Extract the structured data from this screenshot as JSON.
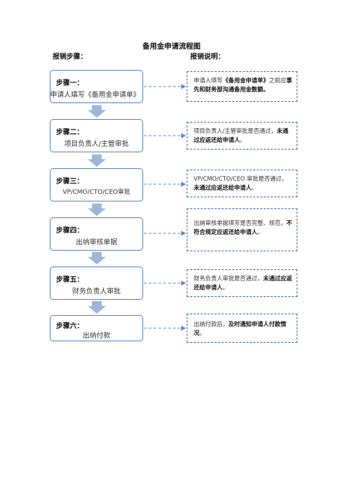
{
  "header": {
    "title": "备用金申请流程图",
    "left_heading": "报销步骤：",
    "right_heading": "报销说明："
  },
  "steps": [
    {
      "head": "步骤一：",
      "body": "申请人填写《备用金申请单》"
    },
    {
      "head": "步骤二：",
      "body": "项目负责人/主管审批"
    },
    {
      "head": "步骤三：",
      "body": "VP/CMO/CTO/CEO审批"
    },
    {
      "head": "步骤四：",
      "body": "出纳审核单据"
    },
    {
      "head": "步骤五：",
      "body": "财务负责人审批"
    },
    {
      "head": "步骤六：",
      "body": "出纳付款"
    }
  ],
  "notes": [
    {
      "pre": "申请人填写",
      "bold": "《备用金申请单》",
      "mid": "之前应",
      "bold2": "事先和财务部沟通备用金数额。",
      "post": ""
    },
    {
      "pre": "项目负责人/主管审批是否通过，",
      "bold": "未通过应返还给申请人",
      "mid": "。",
      "bold2": "",
      "post": ""
    },
    {
      "pre": "VP/CMO/CTO/CEO 审批是否通过，",
      "bold": "未通过应返还给申请人",
      "mid": "。",
      "bold2": "",
      "post": ""
    },
    {
      "pre": "出纳审核单据填写是否完整、规范，",
      "bold": "不符合规定应返还给申请人",
      "mid": "。",
      "bold2": "",
      "post": ""
    },
    {
      "pre": "财务负责人审批是否通过，",
      "bold": "未通过应返还给申请人",
      "mid": "。",
      "bold2": "",
      "post": ""
    },
    {
      "pre": "出纳付款后，",
      "bold": "及时通知申请人付款情况",
      "mid": "。",
      "bold2": "",
      "post": ""
    }
  ],
  "colors": {
    "step_border": "#4f7cbf",
    "note_border": "#2f5fa8",
    "arrow_fill": "#9fb6d8",
    "connector": "#5b86c5"
  }
}
